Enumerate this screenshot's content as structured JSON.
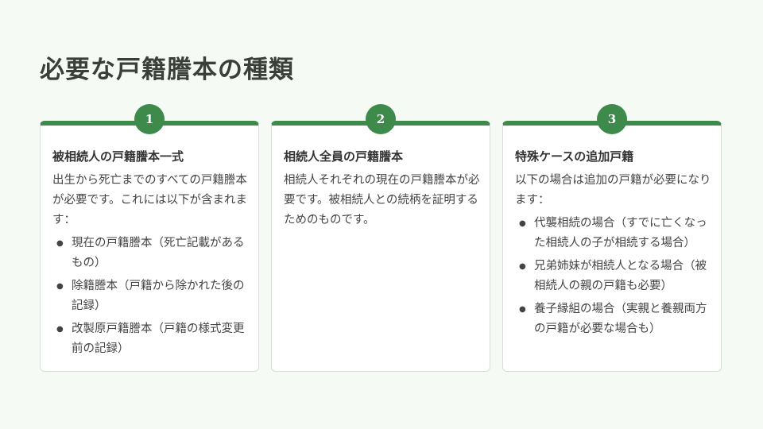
{
  "title": "必要な戸籍謄本の種類",
  "colors": {
    "accent": "#3e8a4b",
    "background": "#f6faf4"
  },
  "cards": [
    {
      "number": "1",
      "title": "被相続人の戸籍謄本一式",
      "text": "出生から死亡までのすべての戸籍謄本が必要です。これには以下が含まれます：",
      "items": [
        "現在の戸籍謄本（死亡記載があるもの）",
        "除籍謄本（戸籍から除かれた後の記録）",
        "改製原戸籍謄本（戸籍の様式変更前の記録）"
      ]
    },
    {
      "number": "2",
      "title": "相続人全員の戸籍謄本",
      "text": "相続人それぞれの現在の戸籍謄本が必要です。被相続人との続柄を証明するためのものです。",
      "items": []
    },
    {
      "number": "3",
      "title": "特殊ケースの追加戸籍",
      "text": "以下の場合は追加の戸籍が必要になります：",
      "items": [
        "代襲相続の場合（すでに亡くなった相続人の子が相続する場合）",
        "兄弟姉妹が相続人となる場合（被相続人の親の戸籍も必要）",
        "養子縁組の場合（実親と養親両方の戸籍が必要な場合も）"
      ]
    }
  ]
}
